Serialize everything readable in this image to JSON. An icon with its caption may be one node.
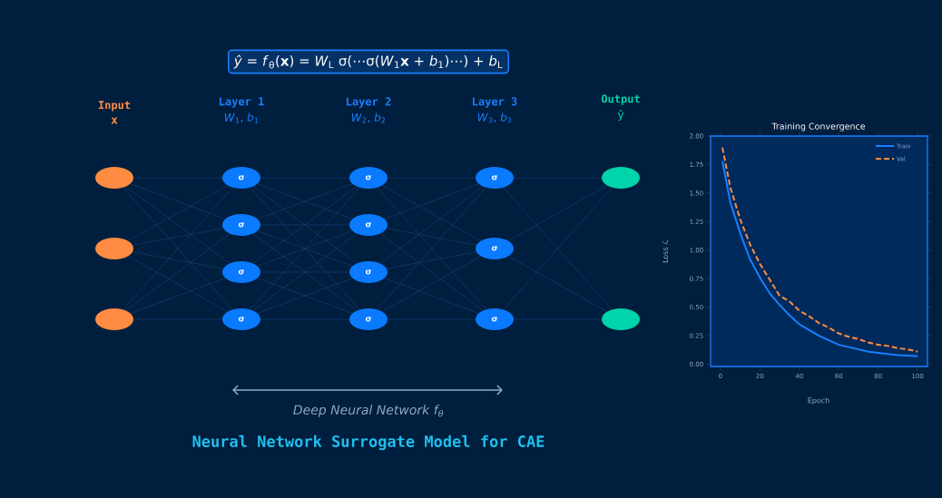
{
  "diagram": {
    "caption": "Neural Network Surrogate Model for CAE",
    "nodes": [
      {
        "text": [
          "*ŷ* = *f*$_{θ}$(**x**) = *W*$_{L}$ σ(⋯σ(*W*$_{1}$**x** + *b*$_{1}$)⋯) + *b*$_{L}$"
        ]
      },
      {
        "text": [],
        "shape": "circle"
      },
      {
        "text": [],
        "shape": "circle"
      },
      {
        "text": [],
        "shape": "circle"
      },
      {
        "text": [
          "σ"
        ]
      },
      {
        "text": [
          "σ"
        ]
      },
      {
        "text": [
          "σ"
        ]
      },
      {
        "text": [
          "σ"
        ]
      },
      {
        "text": [
          "σ"
        ]
      },
      {
        "text": [
          "σ"
        ]
      },
      {
        "text": [
          "σ"
        ]
      },
      {
        "text": [
          "σ"
        ]
      },
      {
        "text": [
          "σ"
        ]
      },
      {
        "text": [
          "σ"
        ]
      },
      {
        "text": [
          "σ"
        ]
      },
      {
        "text": [],
        "shape": "circle"
      },
      {
        "text": [],
        "shape": "circle"
      }
    ],
    "edges": [
      {
        "from": 1,
        "to": 4,
        "arrow": "none"
      },
      {
        "from": 1,
        "to": 5,
        "arrow": "none"
      },
      {
        "from": 1,
        "to": 6,
        "arrow": "none"
      },
      {
        "from": 1,
        "to": 7,
        "arrow": "none"
      },
      {
        "from": 2,
        "to": 4,
        "arrow": "none"
      },
      {
        "from": 2,
        "to": 5,
        "arrow": "none"
      },
      {
        "from": 2,
        "to": 6,
        "arrow": "none"
      },
      {
        "from": 2,
        "to": 7,
        "arrow": "none"
      },
      {
        "from": 3,
        "to": 4,
        "arrow": "none"
      },
      {
        "from": 3,
        "to": 5,
        "arrow": "none"
      },
      {
        "from": 3,
        "to": 6,
        "arrow": "none"
      },
      {
        "from": 3,
        "to": 7,
        "arrow": "none"
      },
      {
        "from": 4,
        "to": 8,
        "arrow": "none"
      },
      {
        "from": 4,
        "to": 9,
        "arrow": "none"
      },
      {
        "from": 4,
        "to": 10,
        "arrow": "none"
      },
      {
        "from": 4,
        "to": 11,
        "arrow": "none"
      },
      {
        "from": 5,
        "to": 8,
        "arrow": "none"
      },
      {
        "from": 5,
        "to": 9,
        "arrow": "none"
      },
      {
        "from": 5,
        "to": 10,
        "arrow": "none"
      },
      {
        "from": 5,
        "to": 11,
        "arrow": "none"
      },
      {
        "from": 6,
        "to": 8,
        "arrow": "none"
      },
      {
        "from": 6,
        "to": 9,
        "arrow": "none"
      },
      {
        "from": 6,
        "to": 10,
        "arrow": "none"
      },
      {
        "from": 6,
        "to": 11,
        "arrow": "none"
      },
      {
        "from": 7,
        "to": 8,
        "arrow": "none"
      },
      {
        "from": 7,
        "to": 9,
        "arrow": "none"
      },
      {
        "from": 7,
        "to": 10,
        "arrow": "none"
      },
      {
        "from": 7,
        "to": 11,
        "arrow": "none"
      },
      {
        "from": 8,
        "to": 12,
        "arrow": "none"
      },
      {
        "from": 8,
        "to": 13,
        "arrow": "none"
      },
      {
        "from": 8,
        "to": 14,
        "arrow": "none"
      },
      {
        "from": 9,
        "to": 12,
        "arrow": "none"
      },
      {
        "from": 9,
        "to": 13,
        "arrow": "none"
      },
      {
        "from": 9,
        "to": 14,
        "arrow": "none"
      },
      {
        "from": 10,
        "to": 12,
        "arrow": "none"
      },
      {
        "from": 10,
        "to": 13,
        "arrow": "none"
      },
      {
        "from": 10,
        "to": 14,
        "arrow": "none"
      },
      {
        "from": 11,
        "to": 12,
        "arrow": "none"
      },
      {
        "from": 11,
        "to": 13,
        "arrow": "none"
      },
      {
        "from": 11,
        "to": 14,
        "arrow": "none"
      },
      {
        "from": 12,
        "to": 15,
        "arrow": "none"
      },
      {
        "from": 12,
        "to": 16,
        "arrow": "none"
      },
      {
        "from": 13,
        "to": 15,
        "arrow": "none"
      },
      {
        "from": 13,
        "to": 16,
        "arrow": "none"
      },
      {
        "from": 14,
        "to": 15,
        "arrow": "none"
      },
      {
        "from": 14,
        "to": 16,
        "arrow": "none"
      }
    ],
    "labels": [
      "Input",
      "**x**",
      "Layer 1",
      "*W*$_{1}$, *b*$_{1}$",
      "Layer 2",
      "*W*$_{2}$, *b*$_{2}$",
      "Layer 3",
      "*W*$_{3}$, *b*$_{3}$",
      "Output",
      "ŷ",
      "Deep Neural Network  *f*$_{θ}$"
    ],
    "chart_data": {
      "type": "line",
      "title": "Training Convergence",
      "xlabel": "Epoch",
      "ylabel": "Loss *ℒ*",
      "x": [
        1,
        5,
        10,
        15,
        20,
        25,
        30,
        35,
        40,
        45,
        50,
        55,
        60,
        65,
        70,
        75,
        80,
        85,
        90,
        95,
        100
      ],
      "series": [
        {
          "name": "Train",
          "color": "#1a7fff",
          "line_style": "solid",
          "values": [
            1.78,
            1.42,
            1.15,
            0.92,
            0.76,
            0.62,
            0.52,
            0.43,
            0.35,
            0.3,
            0.25,
            0.21,
            0.17,
            0.15,
            0.13,
            0.11,
            0.1,
            0.09,
            0.08,
            0.075,
            0.07
          ]
        },
        {
          "name": "Val",
          "color": "#ff8c42",
          "line_style": "dashed",
          "values": [
            1.9,
            1.55,
            1.27,
            1.05,
            0.88,
            0.74,
            0.6,
            0.55,
            0.47,
            0.42,
            0.36,
            0.32,
            0.27,
            0.24,
            0.22,
            0.19,
            0.17,
            0.16,
            0.14,
            0.13,
            0.11
          ]
        }
      ],
      "xlim": [
        -5,
        105
      ],
      "ylim": [
        -0.02,
        2.0
      ],
      "xticks": [
        0,
        20,
        40,
        60,
        80,
        100
      ],
      "yticks": [
        {
          "value": 0.0,
          "label": "0.00"
        },
        {
          "value": 0.25,
          "label": "0.25"
        },
        {
          "value": 0.5,
          "label": "0.50"
        },
        {
          "value": 0.75,
          "label": "0.75"
        },
        {
          "value": 1.0,
          "label": "1.00"
        },
        {
          "value": 1.25,
          "label": "1.25"
        },
        {
          "value": 1.5,
          "label": "1.50"
        },
        {
          "value": 1.75,
          "label": "1.75"
        },
        {
          "value": 2.0,
          "label": "2.00"
        }
      ],
      "legend": "upper right"
    }
  }
}
